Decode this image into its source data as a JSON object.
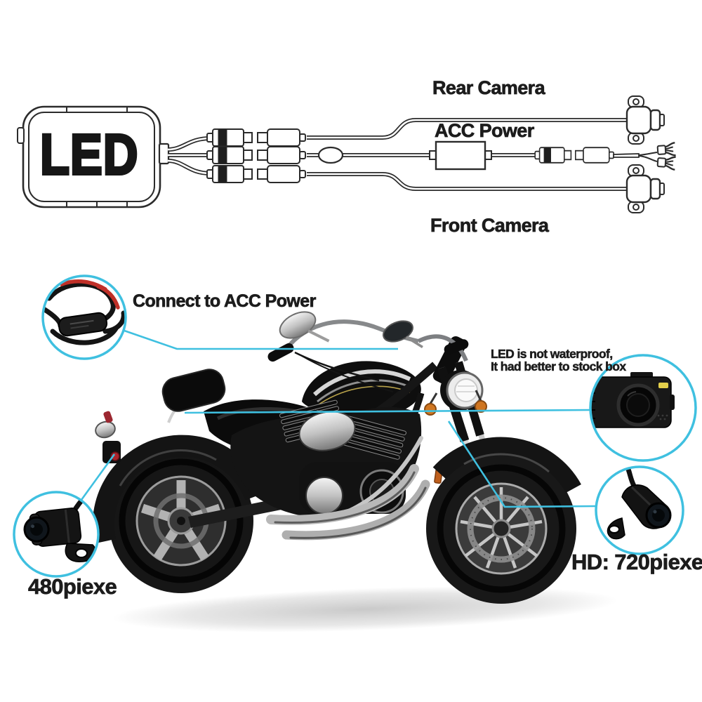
{
  "page": {
    "background": "#ffffff"
  },
  "colors": {
    "accent_cyan": "#3fc0e0",
    "ink": "#1c1c1c",
    "line_art": "#2b2b2b"
  },
  "wiring_diagram": {
    "device_label": "LED",
    "rear_label": "Rear Camera",
    "acc_label": "ACC Power",
    "front_label": "Front Camera"
  },
  "callouts": {
    "acc_power_label": "Connect to ACC Power",
    "dvr_note_line1": "LED is not waterproof,",
    "dvr_note_line2": "It had better to stock box",
    "rear_camera_label": "480piexe",
    "front_camera_label": "HD: 720piexe"
  }
}
